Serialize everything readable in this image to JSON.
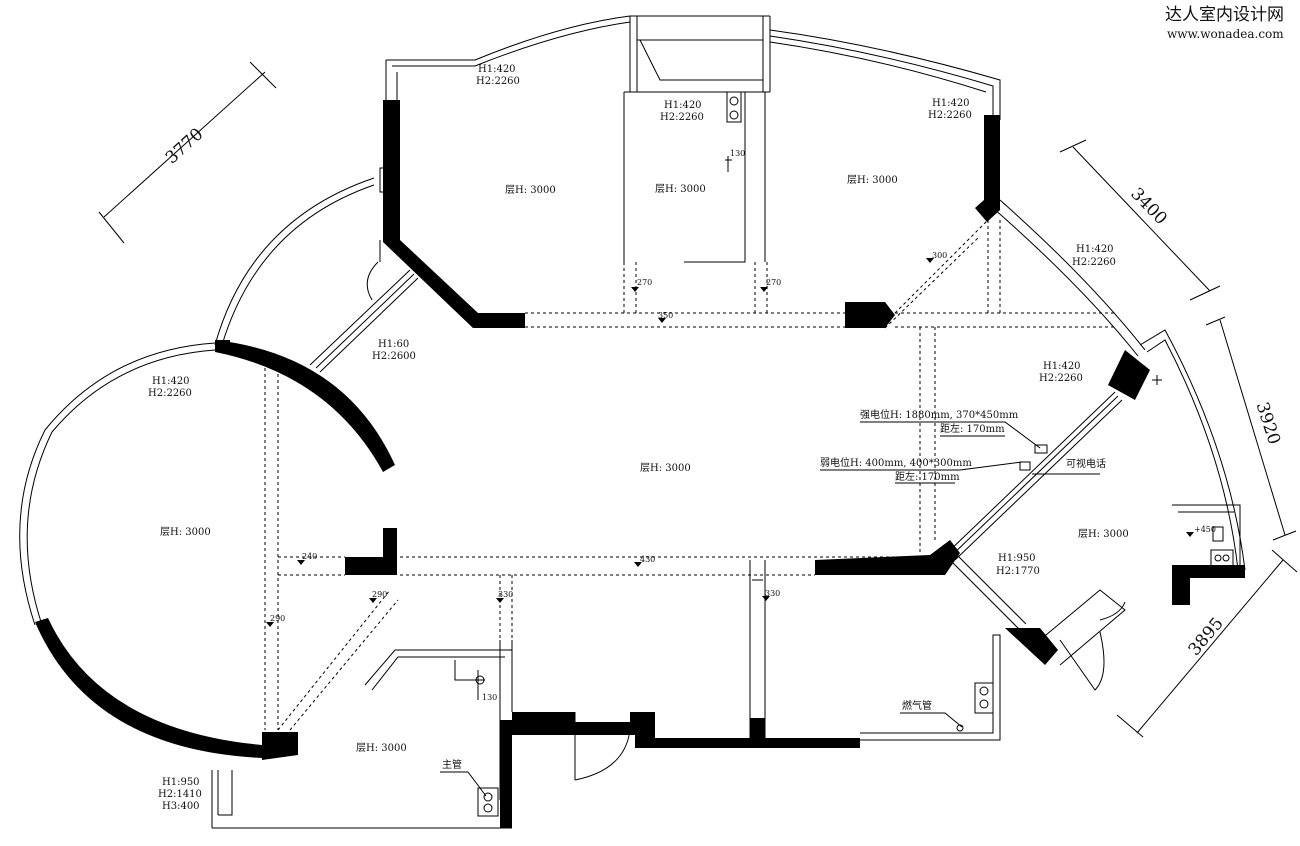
{
  "watermark": {
    "brand": "达人室内设计网",
    "url": "www.wonadea.com"
  },
  "dimensions": {
    "d3770": "3770",
    "d3400": "3400",
    "d3920": "3920",
    "d3895": "3895"
  },
  "labels": {
    "top_left_room_h1": "H1:420",
    "top_left_room_h2": "H2:2260",
    "top_mid_h1": "H1:420",
    "top_mid_h2": "H2:2260",
    "top_right_h1": "H1:420",
    "top_right_h2": "H2:2260",
    "right_arc_h1": "H1:420",
    "right_arc_h2": "H2:2260",
    "balcony_door_h1": "H1:420",
    "balcony_door_h2": "H2:2260",
    "center_door_h1": "H1:60",
    "center_door_h2": "H2:2600",
    "round_room_h1": "H1:420",
    "round_room_h2": "H2:2260",
    "right_room_h1": "H1:950",
    "right_room_h2": "H2:1770",
    "bottom_win_h1": "H1:950",
    "bottom_win_h2": "H2:1410",
    "bottom_win_h3": "H3:400"
  },
  "ceiling": {
    "room_top_left": "层H: 3000",
    "room_top_mid": "层H: 3000",
    "room_top_right": "层H: 3000",
    "living": "层H: 3000",
    "round_room": "层H: 3000",
    "right_room": "层H: 3000",
    "bottom_room": "层H: 3000"
  },
  "levels": {
    "l270a": "270",
    "l270b": "270",
    "l350": "350",
    "l300": "300",
    "l240": "240",
    "l430": "430",
    "l290a": "290",
    "l330a": "330",
    "l330b": "330",
    "l290b": "290",
    "l450": "+450",
    "l130a": "130",
    "l130b": "130"
  },
  "notes": {
    "strong_power_1": "强电位H: 1880mm, 370*450mm",
    "strong_power_2": "距左: 170mm",
    "weak_power_1": "弱电位H: 400mm, 400*300mm",
    "weak_power_2": "距左: 170mm",
    "video_phone": "可视电话",
    "gas_pipe": "燃气管",
    "main_pipe": "主管"
  }
}
